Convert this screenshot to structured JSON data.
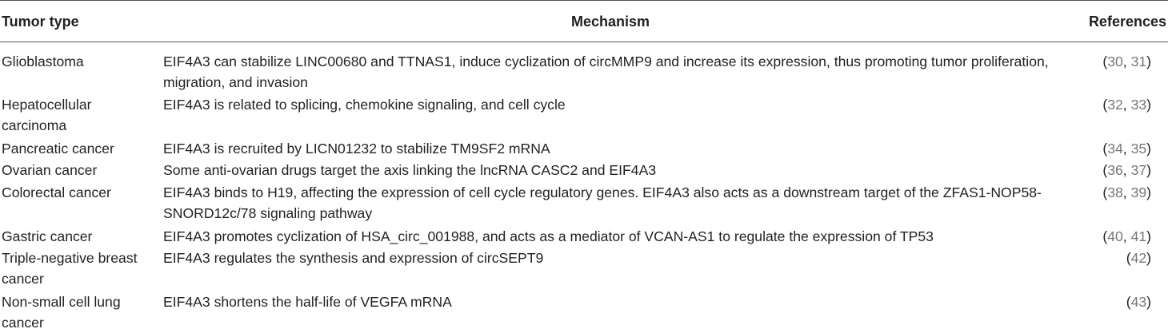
{
  "table": {
    "headers": {
      "tumor_type": "Tumor type",
      "mechanism": "Mechanism",
      "references": "References"
    },
    "rows": [
      {
        "tumor": "Glioblastoma",
        "mechanism": "EIF4A3 can stabilize LINC00680 and TTNAS1, induce cyclization of circMMP9 and increase its expression, thus promoting tumor proliferation, migration, and invasion",
        "refs": [
          "30",
          "31"
        ]
      },
      {
        "tumor": "Hepatocellular carcinoma",
        "mechanism": "EIF4A3 is related to splicing, chemokine signaling, and cell cycle",
        "refs": [
          "32",
          "33"
        ]
      },
      {
        "tumor": "Pancreatic cancer",
        "mechanism": "EIF4A3 is recruited by LICN01232 to stabilize TM9SF2 mRNA",
        "refs": [
          "34",
          "35"
        ]
      },
      {
        "tumor": "Ovarian cancer",
        "mechanism": "Some anti-ovarian drugs target the axis linking the lncRNA CASC2 and EIF4A3",
        "refs": [
          "36",
          "37"
        ]
      },
      {
        "tumor": "Colorectal cancer",
        "mechanism": "EIF4A3 binds to H19, affecting the expression of cell cycle regulatory genes. EIF4A3 also acts as a downstream target of the ZFAS1-NOP58-SNORD12c/78 signaling pathway",
        "refs": [
          "38",
          "39"
        ]
      },
      {
        "tumor": "Gastric cancer",
        "mechanism": "EIF4A3 promotes cyclization of HSA_circ_001988, and acts as a mediator of VCAN-AS1 to regulate the expression of TP53",
        "refs": [
          "40",
          "41"
        ]
      },
      {
        "tumor": "Triple-negative breast cancer",
        "mechanism": "EIF4A3 regulates the synthesis and expression of circSEPT9",
        "refs": [
          "42"
        ]
      },
      {
        "tumor": "Non-small cell lung cancer",
        "mechanism": "EIF4A3 shortens the half-life of VEGFA mRNA",
        "refs": [
          "43"
        ]
      }
    ]
  }
}
